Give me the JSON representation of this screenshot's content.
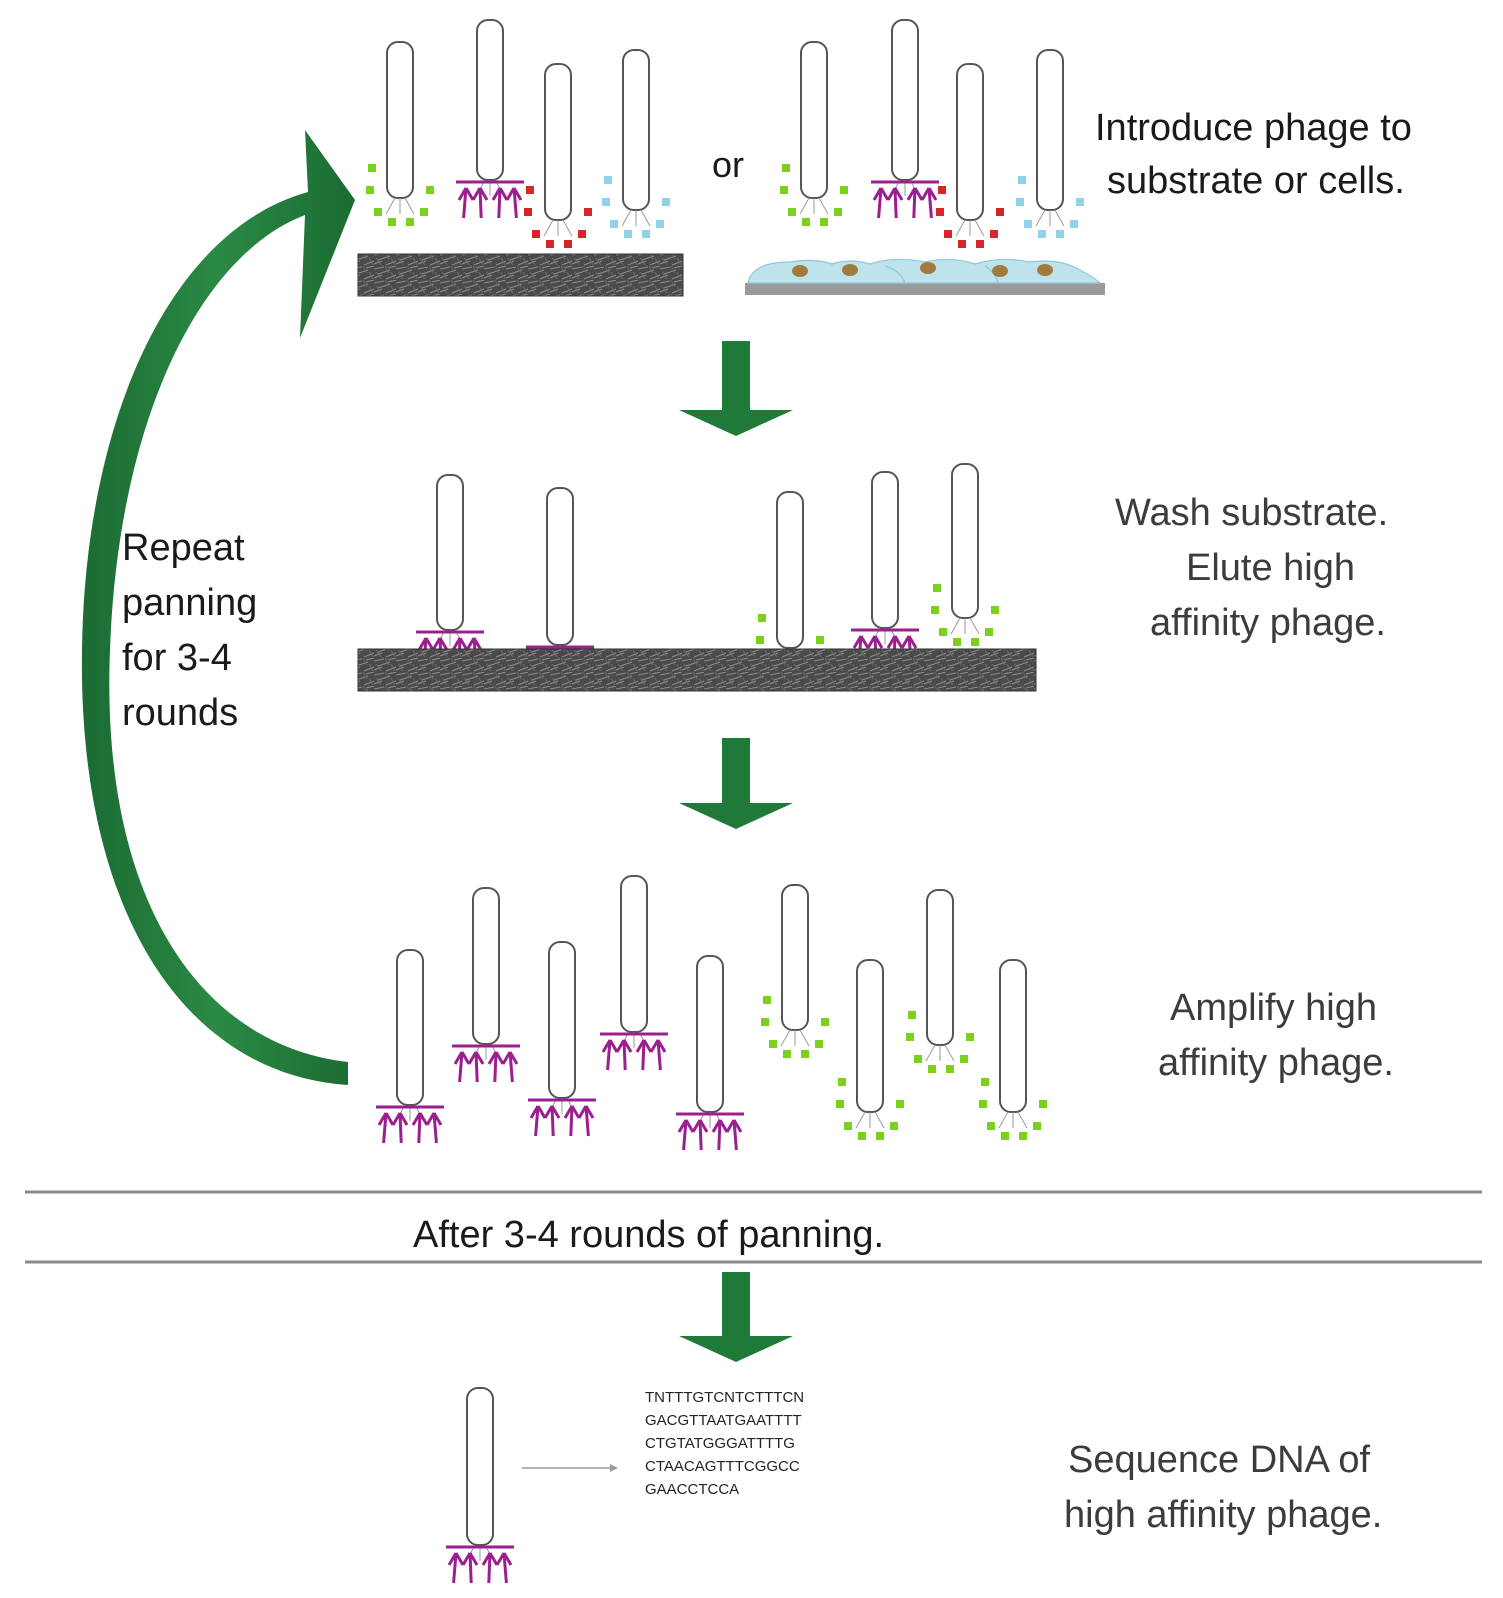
{
  "or_label": "or",
  "steps": {
    "introduce": [
      "Introduce phage to",
      "substrate or cells."
    ],
    "wash": [
      "Wash substrate.",
      "Elute high",
      "affinity phage."
    ],
    "amplify": [
      "Amplify high",
      "affinity phage."
    ],
    "sequence": [
      "Sequence DNA of",
      "high affinity phage."
    ]
  },
  "repeat_label": [
    "Repeat",
    "panning",
    "for 3-4",
    "rounds"
  ],
  "divider_label": "After 3-4 rounds of panning.",
  "dna_sequence": [
    "TNTTTGTCNTCTTTCN",
    "GACGTTAATGAATTTT",
    "CTGTATGGGATTTTG",
    "CTAACAGTTTCGGCC",
    "GAACCTCCA"
  ],
  "colors": {
    "arrow_green": "#1f7a3a",
    "antibody_purple": "#9b1f8f",
    "peptide_green": "#7cd11e",
    "peptide_red": "#d6262a",
    "peptide_blue": "#8fd3e8",
    "cell_blue": "#bfe3ec",
    "nucleus_brown": "#a07b3c",
    "substrate_dark": "#3a3a3a",
    "divider_grey": "#8a8a8a"
  }
}
